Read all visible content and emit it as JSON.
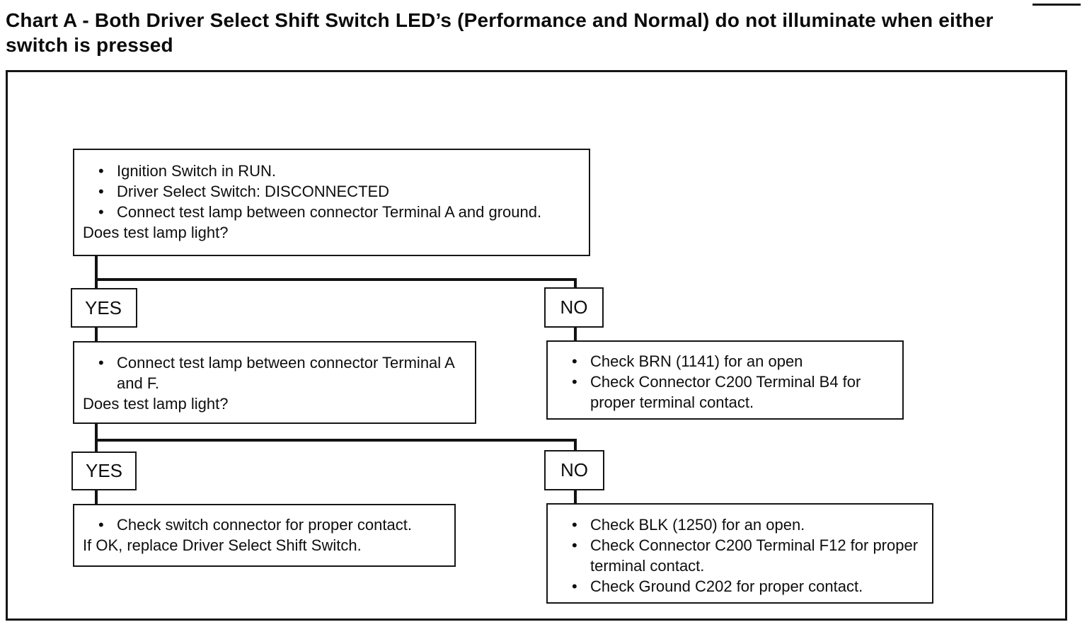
{
  "title": {
    "line1": "Chart A - Both Driver Select Shift Switch LED’s (Performance and Normal) do not illuminate when either",
    "line2": "switch is pressed"
  },
  "flowchart": {
    "start_node": {
      "bullets": [
        "Ignition Switch in RUN.",
        "Driver Select Switch: DISCONNECTED",
        "Connect test lamp between connector Terminal A and ground."
      ],
      "question": "Does test lamp light?"
    },
    "branch1": {
      "yes_label": "YES",
      "no_label": "NO"
    },
    "test2_node": {
      "bullets": [
        "Connect test lamp between connector Terminal A and F."
      ],
      "question": "Does test lamp light?"
    },
    "no1_action_node": {
      "bullets": [
        "Check BRN (1141) for an open",
        "Check Connector C200 Terminal B4 for proper terminal contact."
      ]
    },
    "branch2": {
      "yes_label": "YES",
      "no_label": "NO"
    },
    "yes2_action_node": {
      "bullets": [
        "Check switch connector for proper contact."
      ],
      "note": "If OK, replace Driver Select Shift Switch."
    },
    "no2_action_node": {
      "bullets": [
        "Check BLK (1250) for an open.",
        "Check Connector C200 Terminal F12 for proper terminal contact.",
        "Check Ground C202 for proper contact."
      ]
    }
  },
  "colors": {
    "ink": "#121212",
    "background": "#ffffff"
  }
}
